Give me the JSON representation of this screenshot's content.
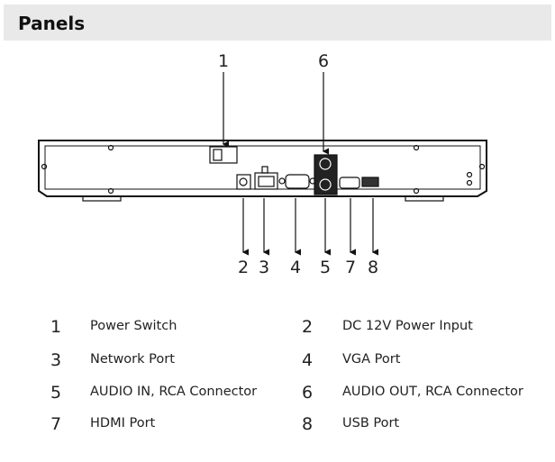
{
  "header": {
    "title": "Panels"
  },
  "callouts": {
    "top": [
      "1",
      "6"
    ],
    "bottom": [
      "2",
      "3",
      "4",
      "5",
      "7",
      "8"
    ]
  },
  "legend": [
    {
      "num": "1",
      "label": "Power Switch"
    },
    {
      "num": "2",
      "label": "DC 12V Power Input"
    },
    {
      "num": "3",
      "label": "Network Port"
    },
    {
      "num": "4",
      "label": "VGA Port"
    },
    {
      "num": "5",
      "label": "AUDIO IN, RCA Connector"
    },
    {
      "num": "6",
      "label": "AUDIO OUT, RCA Connector"
    },
    {
      "num": "7",
      "label": "HDMI Port"
    },
    {
      "num": "8",
      "label": "USB Port"
    }
  ]
}
